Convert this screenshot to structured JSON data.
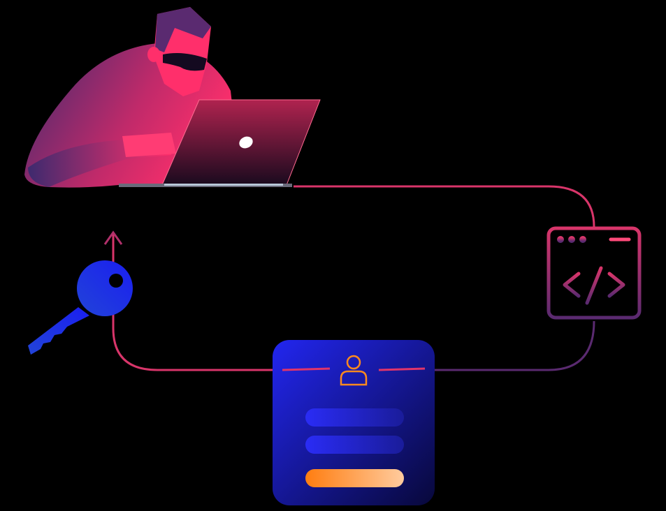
{
  "illustration": {
    "nodes": [
      {
        "id": "hacker",
        "icon": "hacker-with-laptop-icon"
      },
      {
        "id": "browser",
        "icon": "code-browser-window-icon"
      },
      {
        "id": "login",
        "icon": "login-form-card-icon"
      },
      {
        "id": "key",
        "icon": "key-icon"
      }
    ],
    "colors": {
      "background": "#000000",
      "flow_line": "#e0356a",
      "flow_line_dark": "#6a2a6e",
      "hacker_pink": "#ff2f6b",
      "hacker_purple": "#4a2a6e",
      "key_blue": "#1a24e8",
      "card_blue": "#1e22d8",
      "card_dark": "#0a0a40",
      "accent_orange": "#ff8a1e",
      "accent_peach": "#ffc89a"
    }
  }
}
